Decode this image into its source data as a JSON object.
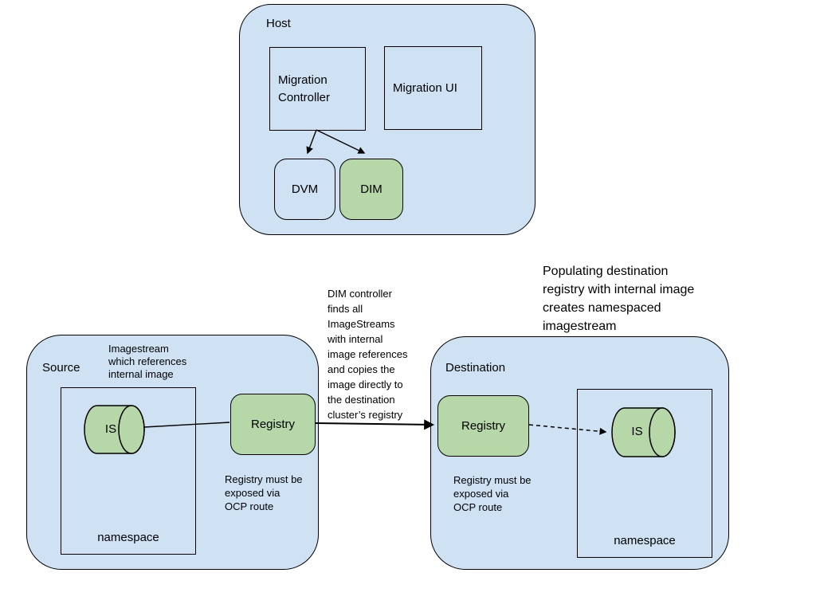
{
  "colors": {
    "container_fill": "#cfe2f3",
    "node_fill": "#b6d7a8",
    "border": "#000000",
    "background": "#ffffff"
  },
  "host": {
    "label": "Host",
    "migration_controller": "Migration Controller",
    "migration_ui": "Migration UI",
    "dvm": "DVM",
    "dim": "DIM"
  },
  "source": {
    "label": "Source",
    "imagestream_note": "Imagestream\nwhich references\ninternal image",
    "is": "IS",
    "registry": "Registry",
    "registry_note": "Registry must be\nexposed via\nOCP route",
    "namespace": "namespace"
  },
  "destination": {
    "label": "Destination",
    "is": "IS",
    "registry": "Registry",
    "registry_note": "Registry must be\nexposed via\nOCP route",
    "namespace": "namespace"
  },
  "annotations": {
    "dim_flow": "DIM controller\nfinds all\nImageStreams\nwith internal\nimage references\nand copies the\nimage directly to\nthe destination\ncluster’s registry",
    "populate": "Populating destination\nregistry with internal image\ncreates namespaced\nimagestream"
  }
}
